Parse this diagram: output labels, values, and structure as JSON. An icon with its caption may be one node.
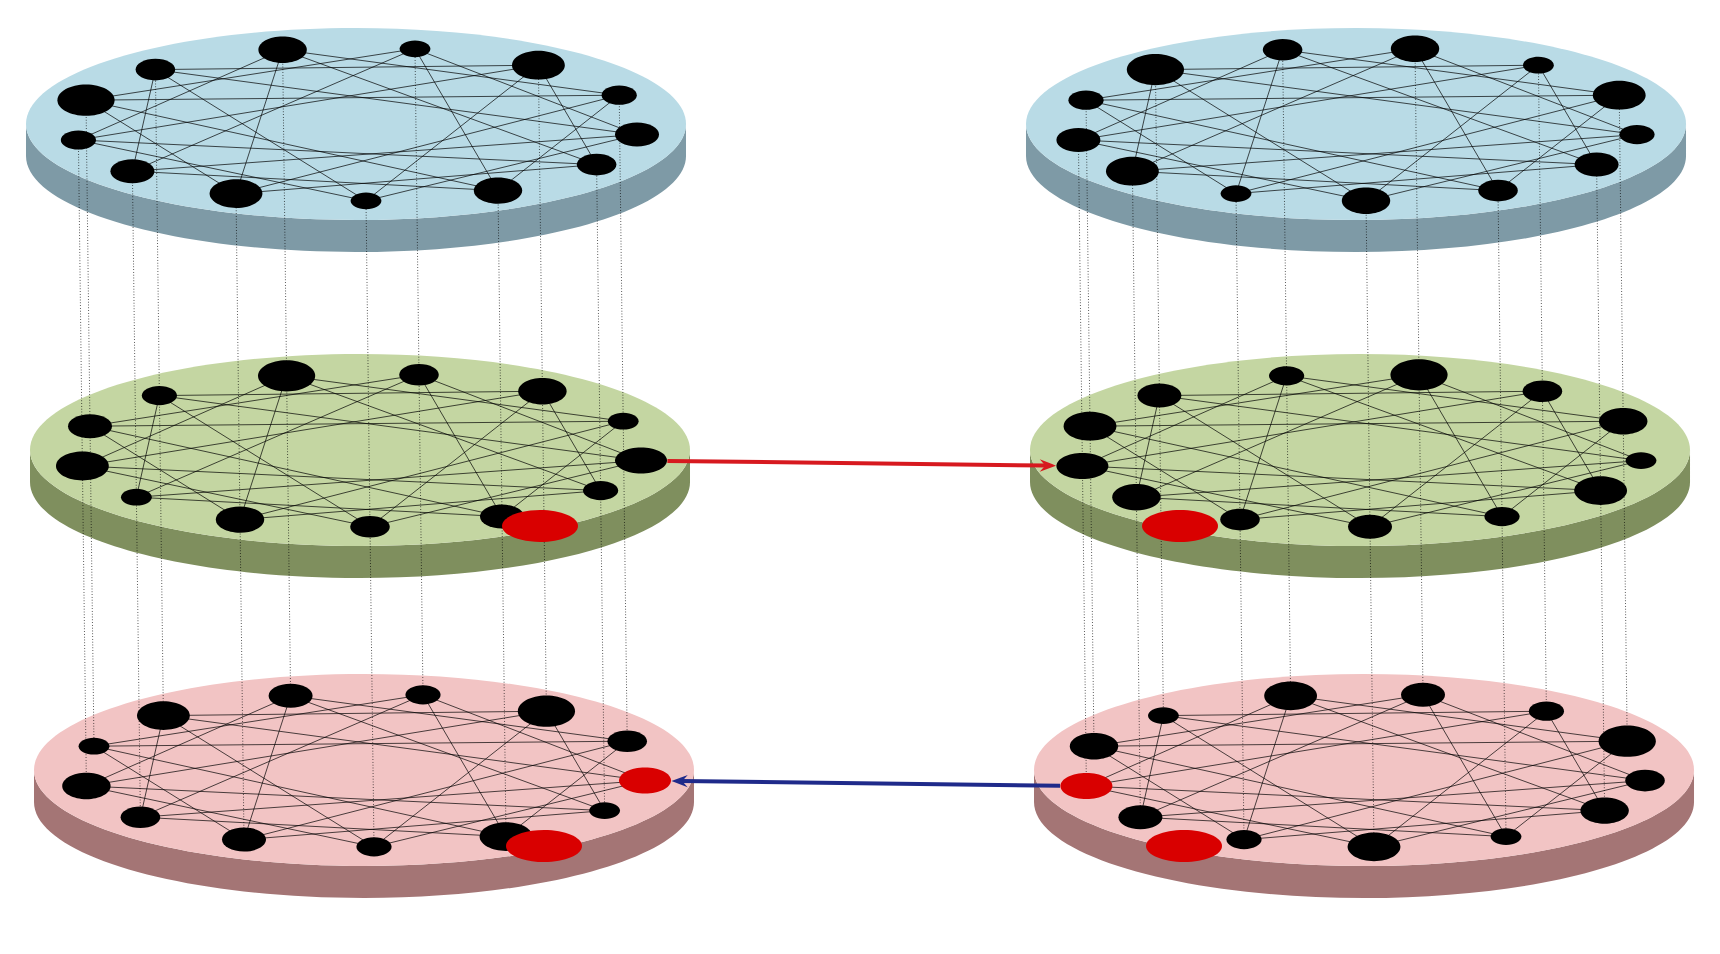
{
  "diagram": {
    "nodes": [
      {
        "text": [],
        "shape": "disk"
      },
      {
        "text": [],
        "shape": "disk"
      },
      {
        "text": [],
        "shape": "disk"
      },
      {
        "text": [],
        "shape": "disk"
      },
      {
        "text": [],
        "shape": "disk"
      },
      {
        "text": [],
        "shape": "disk"
      },
      {
        "text": [],
        "shape": "circle",
        "in": 2
      },
      {
        "text": [],
        "shape": "circle",
        "in": 3
      },
      {
        "text": [],
        "shape": "circle",
        "in": 4
      },
      {
        "text": [],
        "shape": "circle",
        "in": 5
      }
    ],
    "edges": [
      {
        "from": 6,
        "to": 7,
        "arrow": "to",
        "color": "#d7191f"
      },
      {
        "from": 9,
        "to": 8,
        "arrow": "to",
        "color": "#1f2a8a"
      }
    ]
  }
}
